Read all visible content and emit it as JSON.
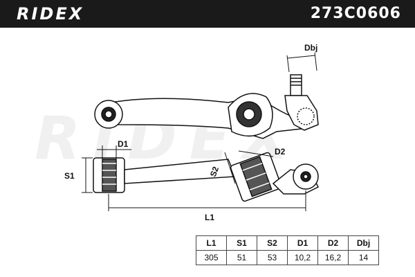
{
  "header": {
    "brand": "RIDEX",
    "part_number": "273C0606"
  },
  "watermark": "RIDEX",
  "diagram": {
    "labels": {
      "dbj": "Dbj",
      "d1": "D1",
      "d2": "D2",
      "s1": "S1",
      "s2": "S2",
      "l1": "L1"
    }
  },
  "spec_table": {
    "headers": [
      "L1",
      "S1",
      "S2",
      "D1",
      "D2",
      "Dbj"
    ],
    "values": [
      "305",
      "51",
      "53",
      "10,2",
      "16,2",
      "14"
    ]
  }
}
